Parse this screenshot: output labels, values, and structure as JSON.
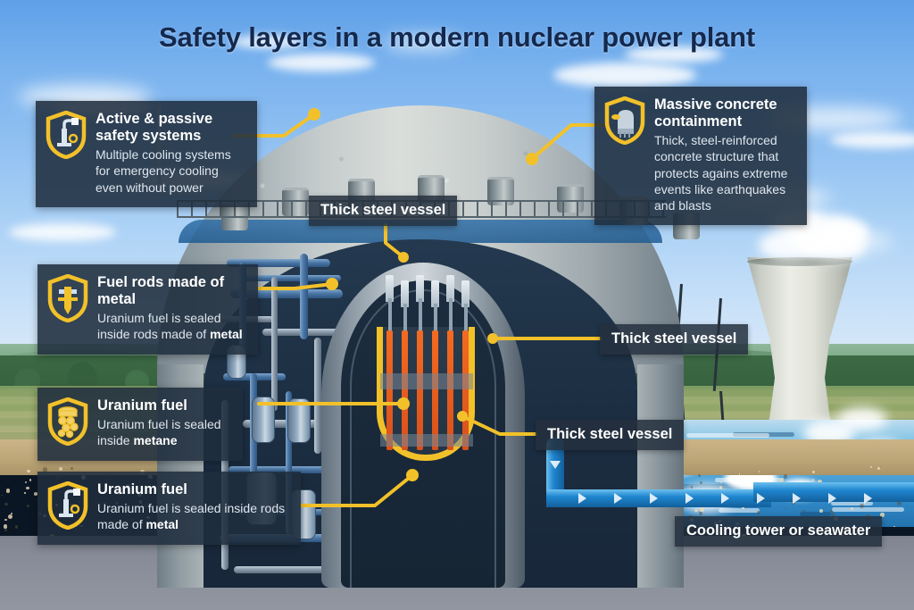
{
  "title": "Safety layers in a modern nuclear power plant",
  "theme": {
    "accent_yellow": "#f2c12a",
    "card_bg": "#1f2d3d",
    "title_color": "#14294d",
    "sky_color": "#79b2ee",
    "water_color": "#2f86c4",
    "fuel_rod_color": "#f36b21",
    "pipe_blue": "#1f86d0"
  },
  "callouts": [
    {
      "id": "active-passive-safety-systems",
      "icon": "shield-valve-icon",
      "heading": "Active & passive safety systems",
      "body_before": "Multiple cooling systems for emergency cooling even without power",
      "body_bold": "",
      "body_after": ""
    },
    {
      "id": "massive-concrete-containment",
      "icon": "shield-containment-icon",
      "heading": "Massive concrete containment",
      "body_before": "Thick, steel-reinforced concrete structure that protects agains extreme events like earthquakes and blasts",
      "body_bold": "",
      "body_after": ""
    },
    {
      "id": "fuel-rods-made-of-metal",
      "icon": "shield-fuelrod-icon",
      "heading": "Fuel rods made of metal",
      "body_before": "Uranium fuel is sealed inside rods made of ",
      "body_bold": "metal",
      "body_after": ""
    },
    {
      "id": "uranium-fuel-pellets",
      "icon": "shield-pellets-icon",
      "heading": "Uranium fuel",
      "body_before": "Uranium fuel is sealed inside ",
      "body_bold": "metane",
      "body_after": ""
    },
    {
      "id": "uranium-fuel-rods",
      "icon": "shield-valve-icon",
      "heading": "Uranium fuel",
      "body_before": "Uranium fuel is sealed inside rods made of ",
      "body_bold": "metal",
      "body_after": ""
    }
  ],
  "pills": [
    {
      "id": "thick-steel-vessel-top",
      "label": "Thick steel vessel"
    },
    {
      "id": "thick-steel-vessel-right",
      "label": "Thick steel vessel"
    },
    {
      "id": "thick-steel-vessel-lower",
      "label": "Thick steel vessel"
    },
    {
      "id": "cooling-tower-or-seawater",
      "label": "Cooling tower or seawater"
    }
  ]
}
